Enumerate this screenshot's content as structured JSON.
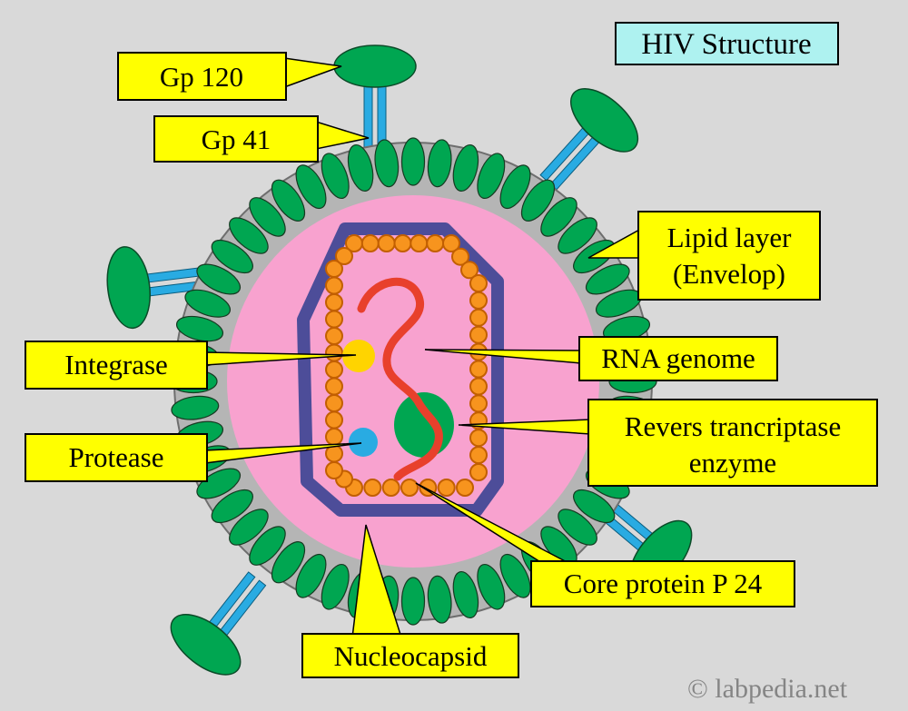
{
  "title": {
    "label": "HIV Structure"
  },
  "watermark": "© labpedia.net",
  "callouts": {
    "gp120": "Gp 120",
    "gp41": "Gp 41",
    "lipid_line1": "Lipid layer",
    "lipid_line2": "(Envelop)",
    "integrase": "Integrase",
    "rna_genome": "RNA genome",
    "reverse_transcriptase_line1": "Revers trancriptase",
    "reverse_transcriptase_line2": "enzyme",
    "protease": "Protease",
    "core_protein": "Core protein P 24",
    "nucleocapsid": "Nucleocapsid"
  },
  "colors": {
    "background": "#d9d9d9",
    "label_background": "#ffff00",
    "title_background": "#aef2f0",
    "envelope_gray": "#b5b5b5",
    "matrix_pink": "#f8a2cf",
    "capsid_purple": "#4d4d99",
    "bead_orange": "#f7941e",
    "rna_red": "#e8402c",
    "spike_green": "#00a651",
    "stem_blue": "#29abe2",
    "integrase_yellow": "#ffd400",
    "protease_cyan": "#29abe2"
  }
}
